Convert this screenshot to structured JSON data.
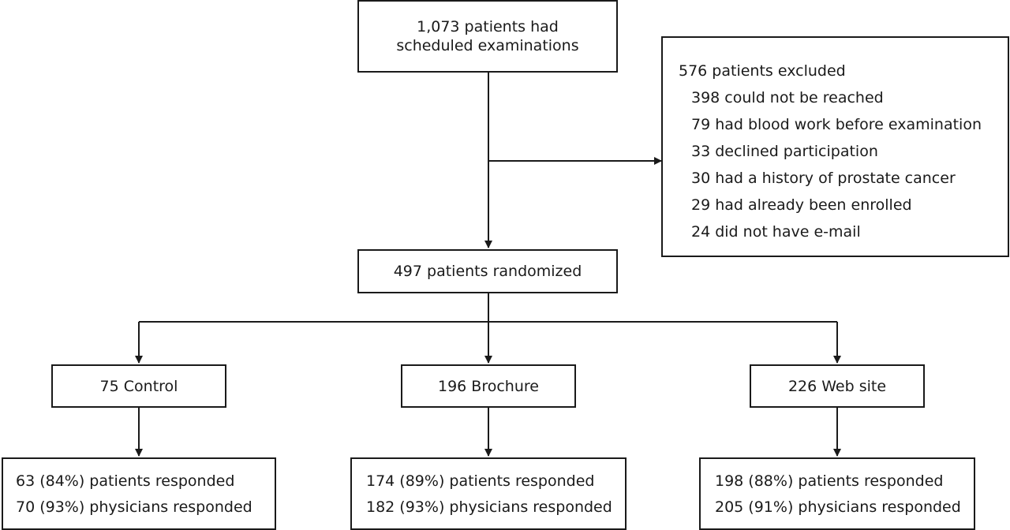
{
  "screening": {
    "line1": "1,073 patients had",
    "line2": "scheduled examinations"
  },
  "exclusion": {
    "title": "576 patients excluded",
    "reasons": [
      "398 could not be reached",
      "79 had blood work before examination",
      "33 declined participation",
      "30 had a history of prostate cancer",
      "29 had already been enrolled",
      "24 did not have e-mail"
    ]
  },
  "randomized": {
    "label": "497 patients randomized"
  },
  "arms": [
    {
      "label": "75 Control",
      "patients_responded": "63 (84%) patients responded",
      "physicians_responded": "70 (93%) physicians responded"
    },
    {
      "label": "196 Brochure",
      "patients_responded": "174 (89%) patients responded",
      "physicians_responded": "182 (93%) physicians responded"
    },
    {
      "label": "226 Web site",
      "patients_responded": "198 (88%) patients responded",
      "physicians_responded": "205 (91%) physicians responded"
    }
  ]
}
